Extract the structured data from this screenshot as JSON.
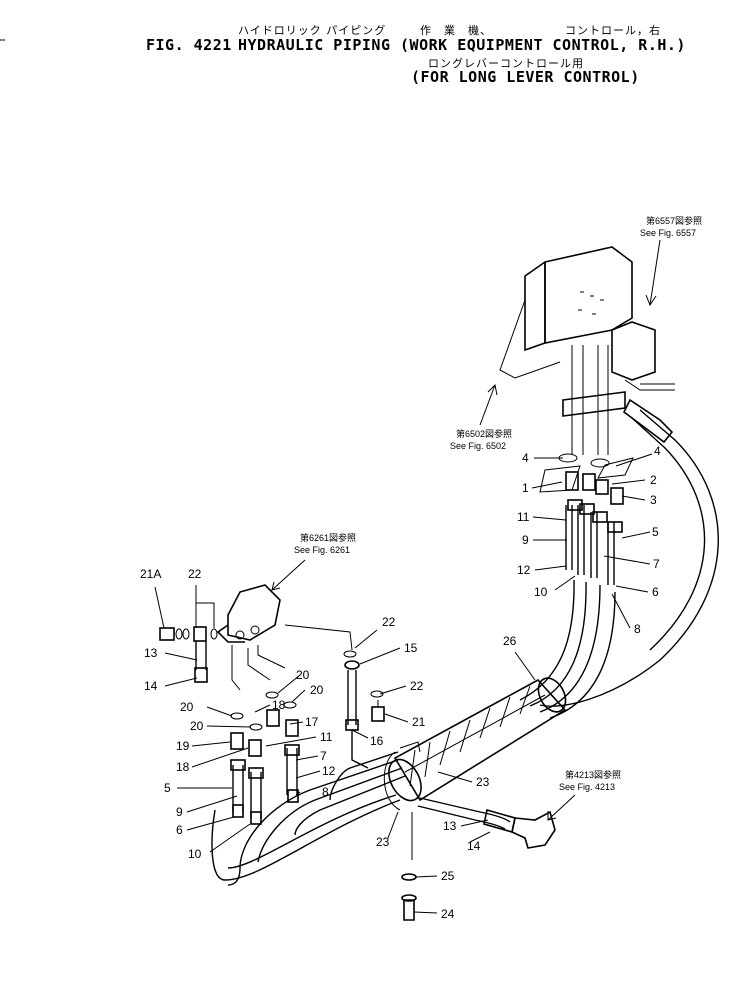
{
  "header": {
    "jp_line1_a": "ハイドロリック パイピング",
    "jp_line1_b": "作　業　機、",
    "jp_line1_c": "コントロール，右",
    "fig_no": "FIG. 4221",
    "title_line1": "HYDRAULIC PIPING (WORK EQUIPMENT CONTROL, R.H.)",
    "jp_line2": "ロングレバーコントロール用",
    "title_line2": "(FOR LONG LEVER CONTROL)"
  },
  "refs": [
    {
      "jp": "第6557図参照",
      "en": "See Fig. 6557"
    },
    {
      "jp": "第6502図参照",
      "en": "See Fig. 6502"
    },
    {
      "jp": "第6261図参照",
      "en": "See Fig. 6261"
    },
    {
      "jp": "第4213図参照",
      "en": "See Fig. 4213"
    }
  ],
  "callouts": [
    "4",
    "4",
    "2",
    "1",
    "3",
    "11",
    "5",
    "9",
    "7",
    "12",
    "10",
    "6",
    "8",
    "26",
    "21A",
    "22",
    "13",
    "14",
    "22",
    "15",
    "20",
    "20",
    "18",
    "20",
    "20",
    "17",
    "19",
    "11",
    "18",
    "7",
    "5",
    "12",
    "9",
    "8",
    "6",
    "10",
    "22",
    "21",
    "16",
    "23",
    "23",
    "13",
    "14",
    "25",
    "24"
  ]
}
